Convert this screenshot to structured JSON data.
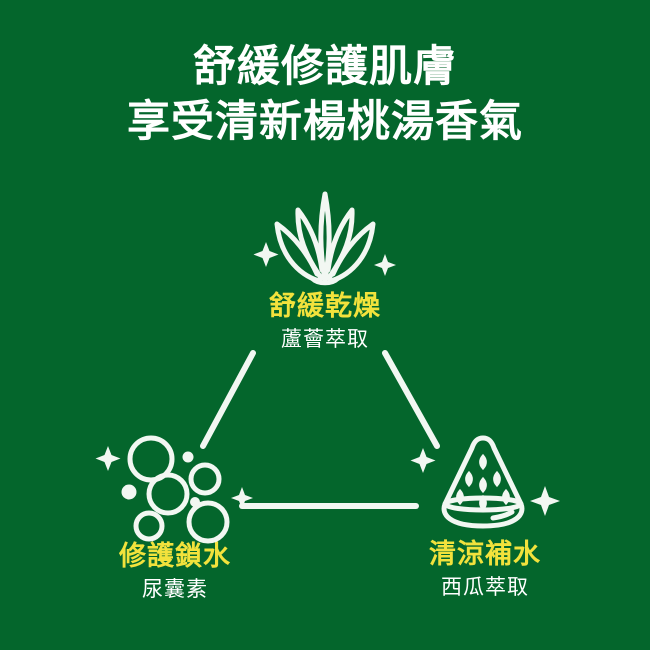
{
  "poster": {
    "background_color": "#04662c",
    "accent_color": "#f2e23c",
    "text_color": "#ffffff",
    "line_color": "#f2f7f2"
  },
  "headline": {
    "line1": "舒緩修護肌膚",
    "line2": "享受清新楊桃湯香氣"
  },
  "nodes": {
    "top": {
      "icon": "aloe-plant-icon",
      "title": "舒緩乾燥",
      "subtitle": "蘆薈萃取"
    },
    "left": {
      "icon": "bubbles-icon",
      "title": "修護鎖水",
      "subtitle": "尿囊素"
    },
    "right": {
      "icon": "watermelon-slice-icon",
      "title": "清涼補水",
      "subtitle": "西瓜萃取"
    }
  },
  "decorations": {
    "sparkle": "four-point-star"
  }
}
